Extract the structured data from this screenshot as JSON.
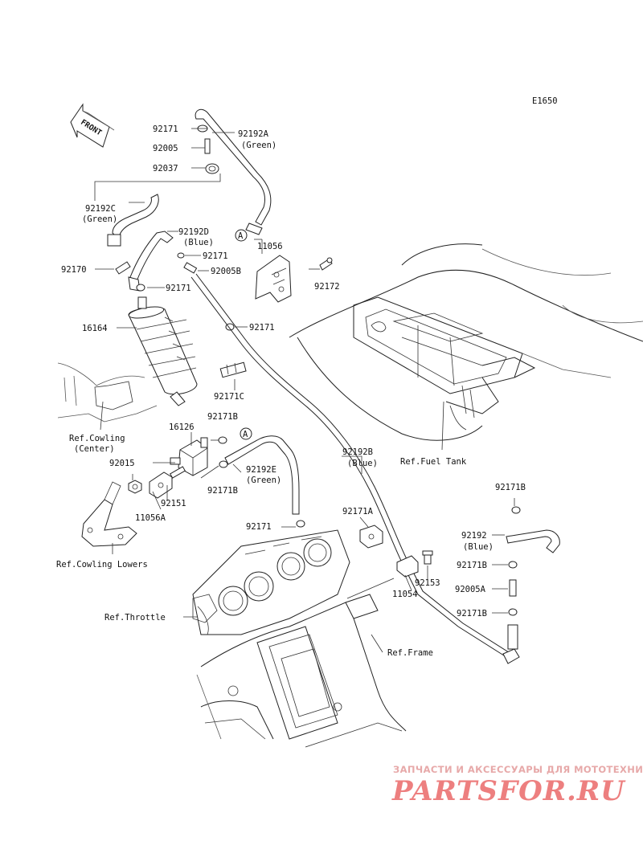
{
  "diagram_code": "E1650",
  "front_label": "FRONT",
  "callout_letter": "A",
  "labels": {
    "l_92171_top": "92171",
    "l_92192A": "92192A",
    "l_green_a": "(Green)",
    "l_92005": "92005",
    "l_92037": "92037",
    "l_92192C": "92192C",
    "l_green_c": "(Green)",
    "l_92192D": "92192D",
    "l_blue_d": "(Blue)",
    "l_11056": "11056",
    "l_92171_b": "92171",
    "l_92170": "92170",
    "l_92005B": "92005B",
    "l_92172": "92172",
    "l_92171_c": "92171",
    "l_16164": "16164",
    "l_92171_d": "92171",
    "l_92171C": "92171C",
    "l_ref_cowl_center": "Ref.Cowling",
    "l_ref_cowl_center2": "(Center)",
    "l_92171B_a": "92171B",
    "l_16126": "16126",
    "l_92015": "92015",
    "l_92192E": "92192E",
    "l_green_e": "(Green)",
    "l_92171B_b": "92171B",
    "l_92151": "92151",
    "l_11056A": "11056A",
    "l_92192B": "92192B",
    "l_blue_b": "(Blue)",
    "l_ref_fuel_tank": "Ref.Fuel Tank",
    "l_92171B_c": "92171B",
    "l_ref_cowl_lowers": "Ref.Cowling Lowers",
    "l_92171_e": "92171",
    "l_92171A": "92171A",
    "l_92192": "92192",
    "l_blue_f": "(Blue)",
    "l_92171B_d": "92171B",
    "l_92153": "92153",
    "l_11054": "11054",
    "l_92005A": "92005A",
    "l_ref_throttle": "Ref.Throttle",
    "l_92171B_e": "92171B",
    "l_ref_frame": "Ref.Frame"
  },
  "watermark": {
    "tagline": "ЗАПЧАСТИ И АКСЕССУАРЫ ДЛЯ МОТОТЕХНИКИ",
    "logo": "PARTSFOR.RU"
  }
}
